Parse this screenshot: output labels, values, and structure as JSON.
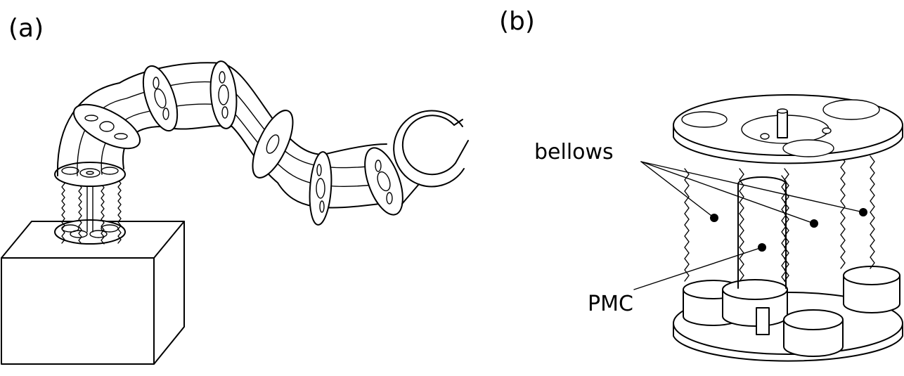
{
  "panels": {
    "a": {
      "label": "(a)"
    },
    "b": {
      "label": "(b)"
    }
  },
  "annotations": {
    "bellows": "bellows",
    "pmc": "PMC"
  }
}
